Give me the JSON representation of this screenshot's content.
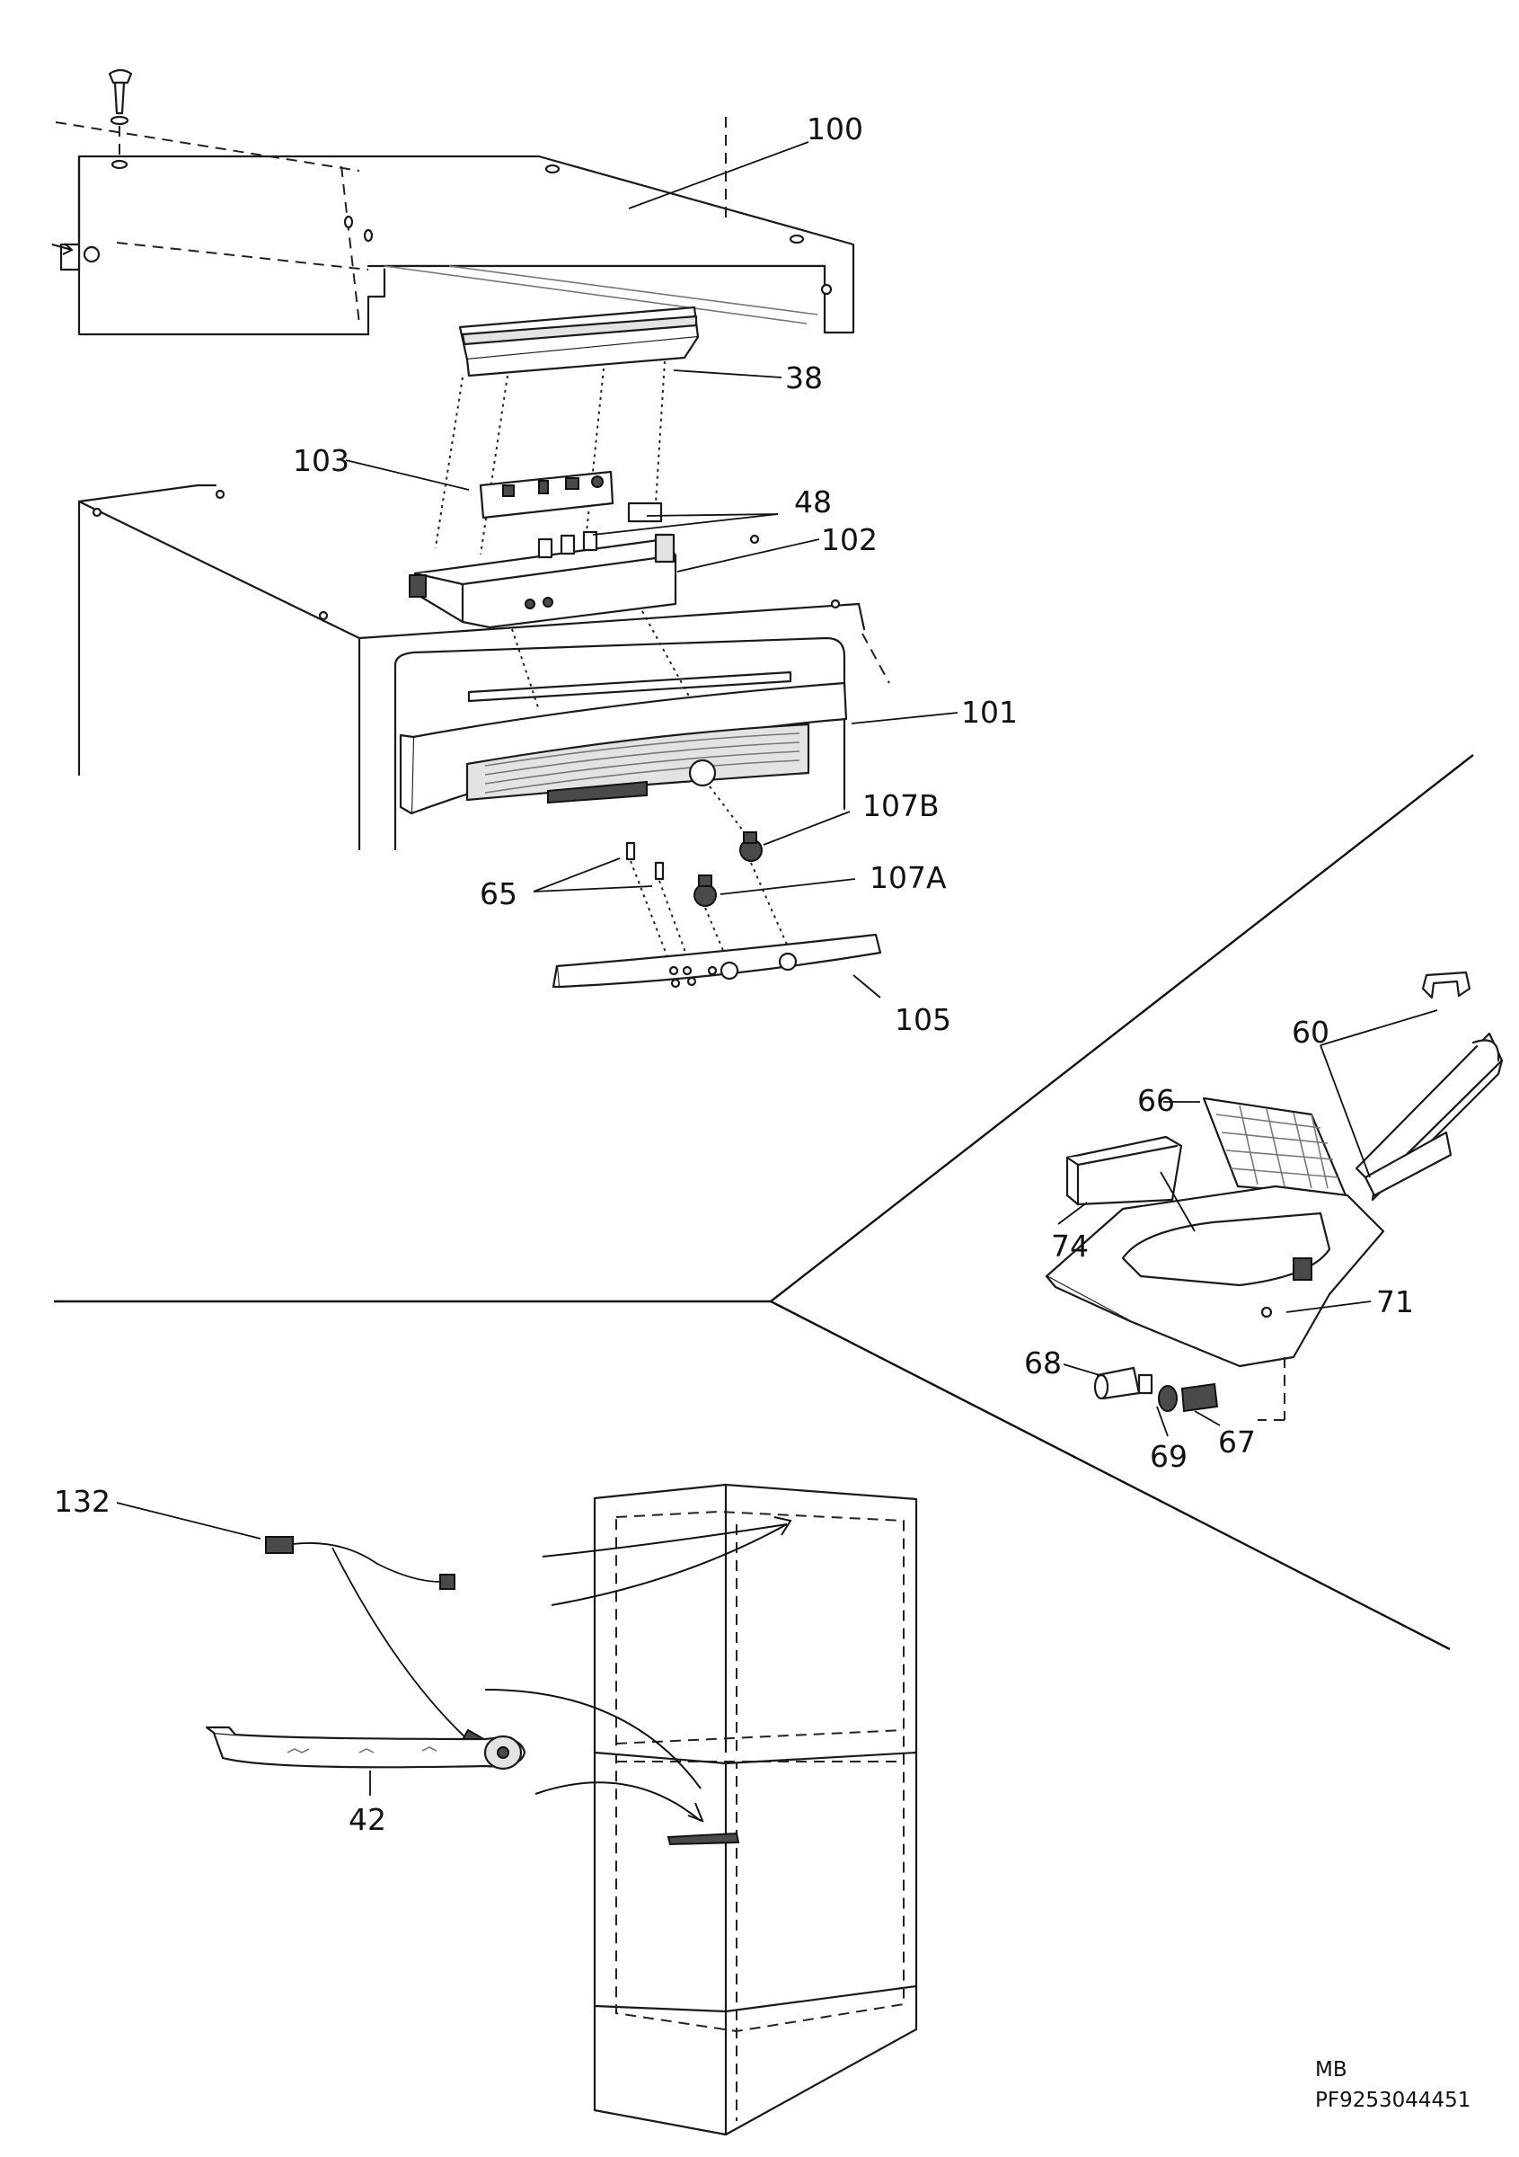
{
  "callouts": [
    {
      "id": "100",
      "text": "100"
    },
    {
      "id": "38",
      "text": "38"
    },
    {
      "id": "103",
      "text": "103"
    },
    {
      "id": "48",
      "text": "48"
    },
    {
      "id": "102",
      "text": "102"
    },
    {
      "id": "101",
      "text": "101"
    },
    {
      "id": "107B",
      "text": "107B"
    },
    {
      "id": "65",
      "text": "65"
    },
    {
      "id": "107A",
      "text": "107A"
    },
    {
      "id": "105",
      "text": "105"
    },
    {
      "id": "60",
      "text": "60"
    },
    {
      "id": "66",
      "text": "66"
    },
    {
      "id": "74",
      "text": "74"
    },
    {
      "id": "71",
      "text": "71"
    },
    {
      "id": "68",
      "text": "68"
    },
    {
      "id": "69",
      "text": "69"
    },
    {
      "id": "67",
      "text": "67"
    },
    {
      "id": "132",
      "text": "132"
    },
    {
      "id": "42",
      "text": "42"
    }
  ],
  "footer": {
    "line1": "MB",
    "line2": "PF9253044451"
  }
}
